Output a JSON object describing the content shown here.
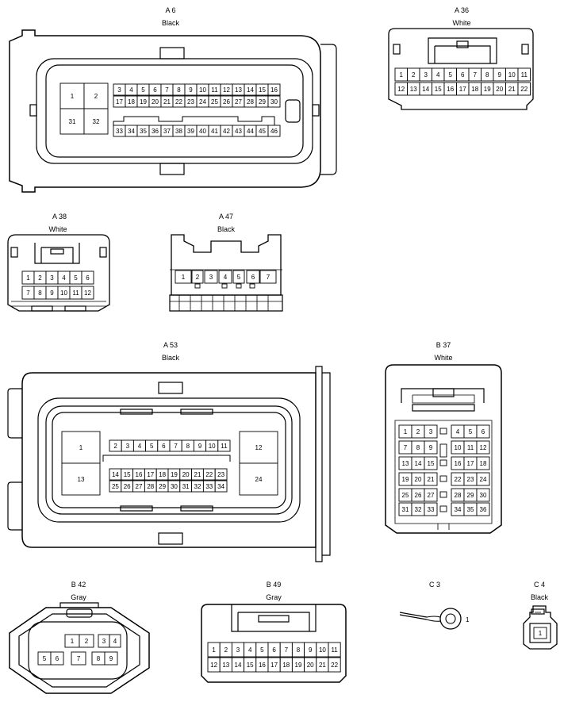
{
  "connectors": [
    {
      "id": "A 6",
      "color": "Black"
    },
    {
      "id": "A 36",
      "color": "White"
    },
    {
      "id": "A 38",
      "color": "White"
    },
    {
      "id": "A 47",
      "color": "Black"
    },
    {
      "id": "A 53",
      "color": "Black"
    },
    {
      "id": "B 37",
      "color": "White"
    },
    {
      "id": "B 42",
      "color": "Gray"
    },
    {
      "id": "B 49",
      "color": "Gray"
    },
    {
      "id": "C 3",
      "color": ""
    },
    {
      "id": "C 4",
      "color": "Black"
    }
  ],
  "pins": {
    "A6_big": [
      "1",
      "2",
      "31",
      "32"
    ],
    "A6_row1": [
      "3",
      "4",
      "5",
      "6",
      "7",
      "8",
      "9",
      "10",
      "11",
      "12",
      "13",
      "14",
      "15",
      "16"
    ],
    "A6_row2": [
      "17",
      "18",
      "19",
      "20",
      "21",
      "22",
      "23",
      "24",
      "25",
      "26",
      "27",
      "28",
      "29",
      "30"
    ],
    "A6_row3": [
      "33",
      "34",
      "35",
      "36",
      "37",
      "38",
      "39",
      "40",
      "41",
      "42",
      "43",
      "44",
      "45",
      "46"
    ],
    "A36_row1": [
      "1",
      "2",
      "3",
      "4",
      "5",
      "6",
      "7",
      "8",
      "9",
      "10",
      "11"
    ],
    "A36_row2": [
      "12",
      "13",
      "14",
      "15",
      "16",
      "17",
      "18",
      "19",
      "20",
      "21",
      "22"
    ],
    "A38_row1": [
      "1",
      "2",
      "3",
      "4",
      "5",
      "6"
    ],
    "A38_row2": [
      "7",
      "8",
      "9",
      "10",
      "11",
      "12"
    ],
    "A47_row1": [
      "1",
      "2",
      "3",
      "4",
      "5",
      "6",
      "7"
    ],
    "A53_big": [
      "1",
      "13",
      "12",
      "24"
    ],
    "A53_row1": [
      "2",
      "3",
      "4",
      "5",
      "6",
      "7",
      "8",
      "9",
      "10",
      "11"
    ],
    "A53_row2": [
      "14",
      "15",
      "16",
      "17",
      "18",
      "19",
      "20",
      "21",
      "22",
      "23"
    ],
    "A53_row3": [
      "25",
      "26",
      "27",
      "28",
      "29",
      "30",
      "31",
      "32",
      "33",
      "34"
    ],
    "B37_left": [
      "1",
      "2",
      "3",
      "7",
      "8",
      "9",
      "13",
      "14",
      "15",
      "19",
      "20",
      "21",
      "25",
      "26",
      "27",
      "31",
      "32",
      "33"
    ],
    "B37_right": [
      "4",
      "5",
      "6",
      "10",
      "11",
      "12",
      "16",
      "17",
      "18",
      "22",
      "23",
      "24",
      "28",
      "29",
      "30",
      "34",
      "35",
      "36"
    ],
    "B42": [
      "1",
      "2",
      "3",
      "4",
      "5",
      "6",
      "7",
      "8",
      "9"
    ],
    "B49_row1": [
      "1",
      "2",
      "3",
      "4",
      "5",
      "6",
      "7",
      "8",
      "9",
      "10",
      "11"
    ],
    "B49_row2": [
      "12",
      "13",
      "14",
      "15",
      "16",
      "17",
      "18",
      "19",
      "20",
      "21",
      "22"
    ],
    "C3": [
      "1"
    ],
    "C4": [
      "1"
    ]
  }
}
